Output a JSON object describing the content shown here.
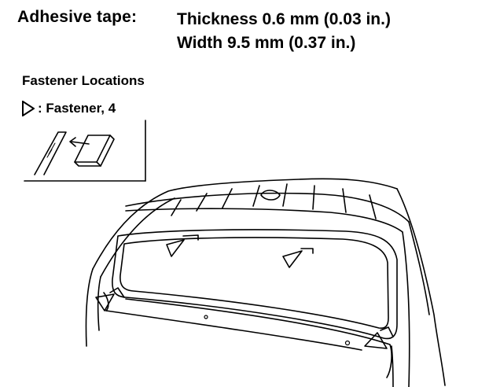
{
  "spec": {
    "label": "Adhesive tape:",
    "thickness": "Thickness 0.6 mm (0.03 in.)",
    "width": "Width 9.5 mm (0.37 in.)"
  },
  "fastener_section": {
    "title": "Fastener Locations",
    "legend_text": ": Fastener, 4",
    "legend_icon": "triangle-marker-icon"
  }
}
